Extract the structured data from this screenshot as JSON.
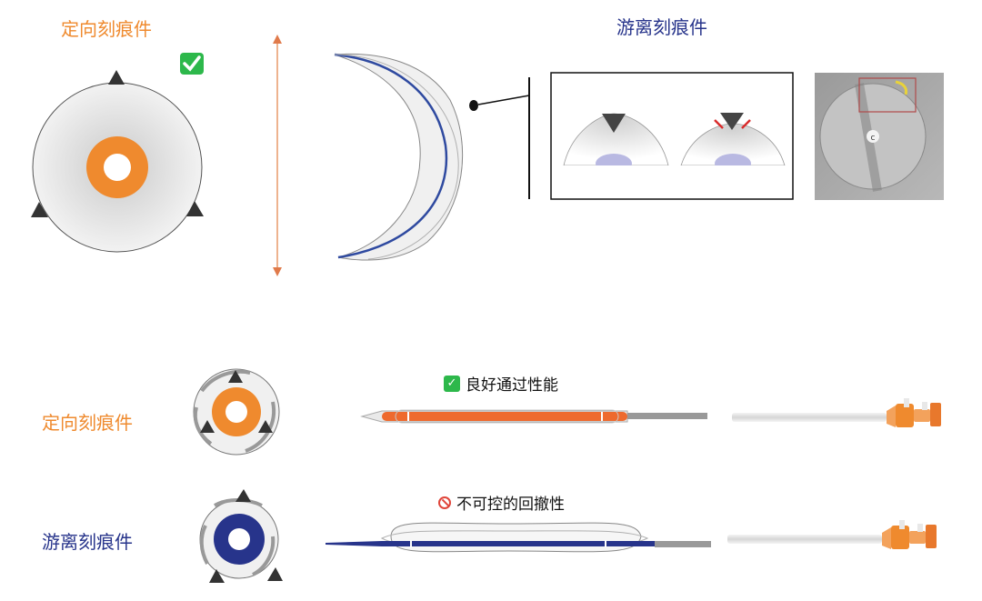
{
  "top": {
    "left_title": "定向刻痕件",
    "right_title": "游离刻痕件",
    "check_icon": "check-box-icon",
    "inset_label": "c"
  },
  "bottom": {
    "row1": {
      "label": "定向刻痕件",
      "caption": "良好通过性能",
      "caption_icon": "check-box-icon"
    },
    "row2": {
      "label": "游离刻痕件",
      "caption": "不可控的回撤性",
      "caption_icon": "prohibited-icon"
    }
  },
  "colors": {
    "orange": "#ef8a2e",
    "blue": "#27348b",
    "green": "#2db84b",
    "red": "#e0453a"
  }
}
